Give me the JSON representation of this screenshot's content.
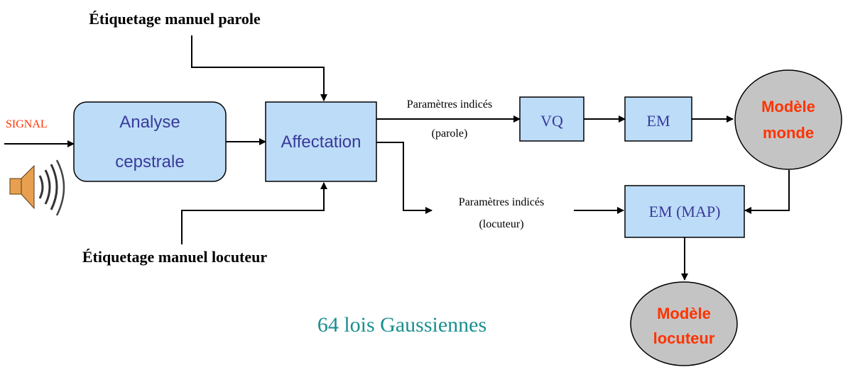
{
  "labels": {
    "top_label": "Étiquetage manuel parole",
    "bottom_label": "Étiquetage manuel locuteur",
    "signal": "SIGNAL",
    "params_top_1": "Paramètres indicés",
    "params_top_2": "(parole)",
    "params_bottom_1": "Paramètres indicés",
    "params_bottom_2": "(locuteur)",
    "caption": "64 lois Gaussiennes"
  },
  "blocks": {
    "analyse_1": "Analyse",
    "analyse_2": "cepstrale",
    "affectation": "Affectation",
    "vq": "VQ",
    "em": "EM",
    "em_map": "EM (MAP)"
  },
  "ellipses": {
    "monde_1": "Modèle",
    "monde_2": "monde",
    "locuteur_1": "Modèle",
    "locuteur_2": "locuteur"
  },
  "colors": {
    "box_fill": "#bcdcf8",
    "ellipse_fill": "#c4c4c4",
    "ellipse_text": "#ff3300",
    "block_text": "#3a3a9a",
    "signal_text": "#ff3300",
    "caption_text": "#1a8f8f",
    "line": "#000000"
  },
  "icons": {
    "speaker": "speaker-icon"
  }
}
